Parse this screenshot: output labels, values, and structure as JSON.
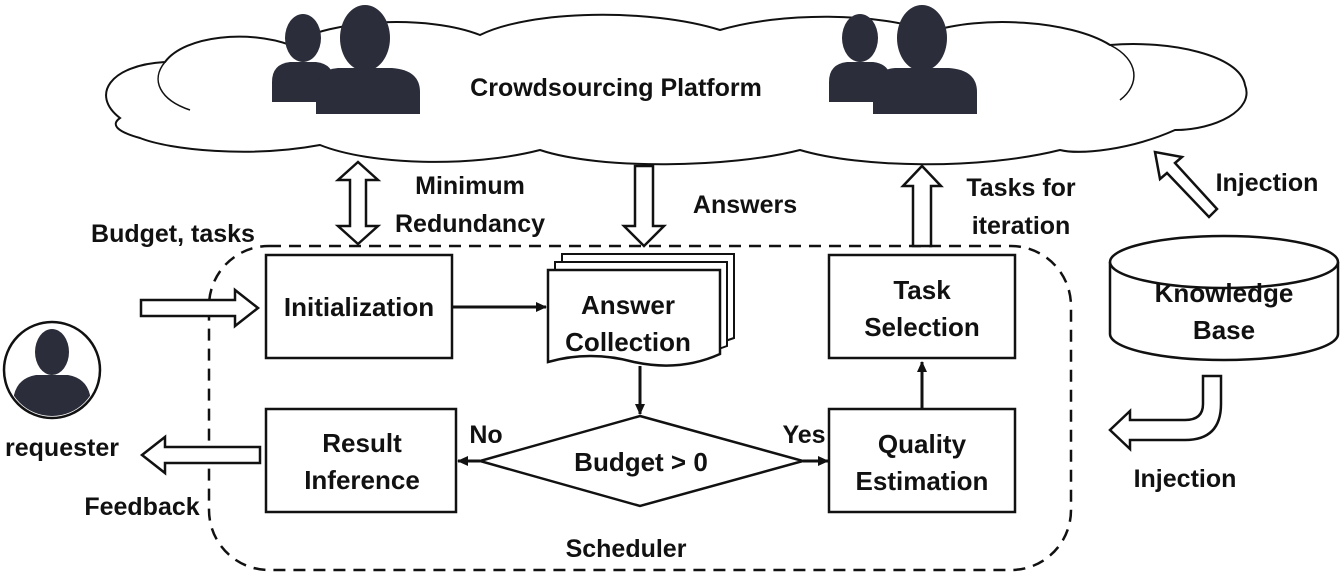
{
  "platform": {
    "title": "Crowdsourcing Platform"
  },
  "edges": {
    "minimum_redundancy_line1": "Minimum",
    "minimum_redundancy_line2": "Redundancy",
    "answers": "Answers",
    "tasks_for_iteration_line1": "Tasks for",
    "tasks_for_iteration_line2": "iteration",
    "budget_tasks": "Budget, tasks",
    "feedback": "Feedback",
    "no": "No",
    "yes": "Yes",
    "injection_top": "Injection",
    "injection_bottom": "Injection"
  },
  "nodes": {
    "initialization": "Initialization",
    "answer_collection_line1": "Answer",
    "answer_collection_line2": "Collection",
    "task_selection_line1": "Task",
    "task_selection_line2": "Selection",
    "result_inference_line1": "Result",
    "result_inference_line2": "Inference",
    "budget_check": "Budget > 0",
    "quality_estimation_line1": "Quality",
    "quality_estimation_line2": "Estimation",
    "knowledge_base_line1": "Knowledge",
    "knowledge_base_line2": "Base"
  },
  "actors": {
    "requester": "requester"
  },
  "scheduler": {
    "label": "Scheduler"
  },
  "icons": {
    "crowd": "worker-group-icon",
    "requester": "requester-avatar-icon"
  },
  "colors": {
    "ink": "#111111",
    "person": "#2b2d3a",
    "background": "#ffffff"
  }
}
